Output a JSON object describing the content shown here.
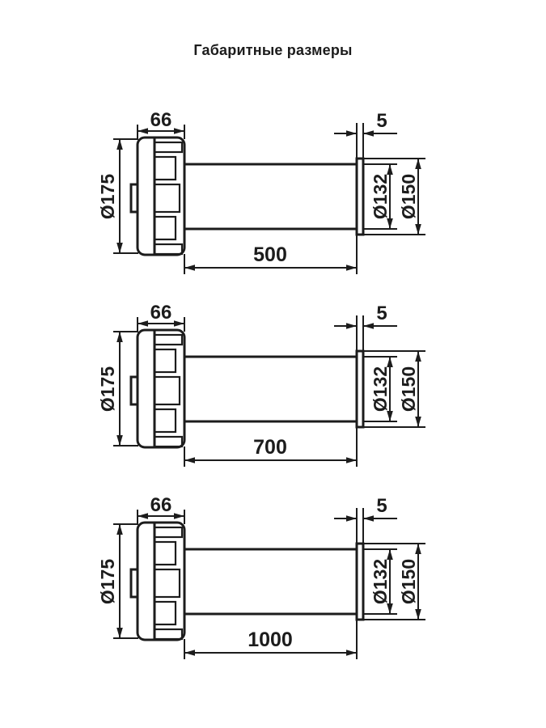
{
  "title": "Габаритные размеры",
  "colors": {
    "line": "#1c1c1c",
    "background": "#ffffff"
  },
  "diagrams": [
    {
      "width": "66",
      "body_diameter": "Ø175",
      "flange_thickness": "5",
      "duct_diameter": "Ø132",
      "flange_diameter": "Ø150",
      "length": "500"
    },
    {
      "width": "66",
      "body_diameter": "Ø175",
      "flange_thickness": "5",
      "duct_diameter": "Ø132",
      "flange_diameter": "Ø150",
      "length": "700"
    },
    {
      "width": "66",
      "body_diameter": "Ø175",
      "flange_thickness": "5",
      "duct_diameter": "Ø132",
      "flange_diameter": "Ø150",
      "length": "1000"
    }
  ]
}
